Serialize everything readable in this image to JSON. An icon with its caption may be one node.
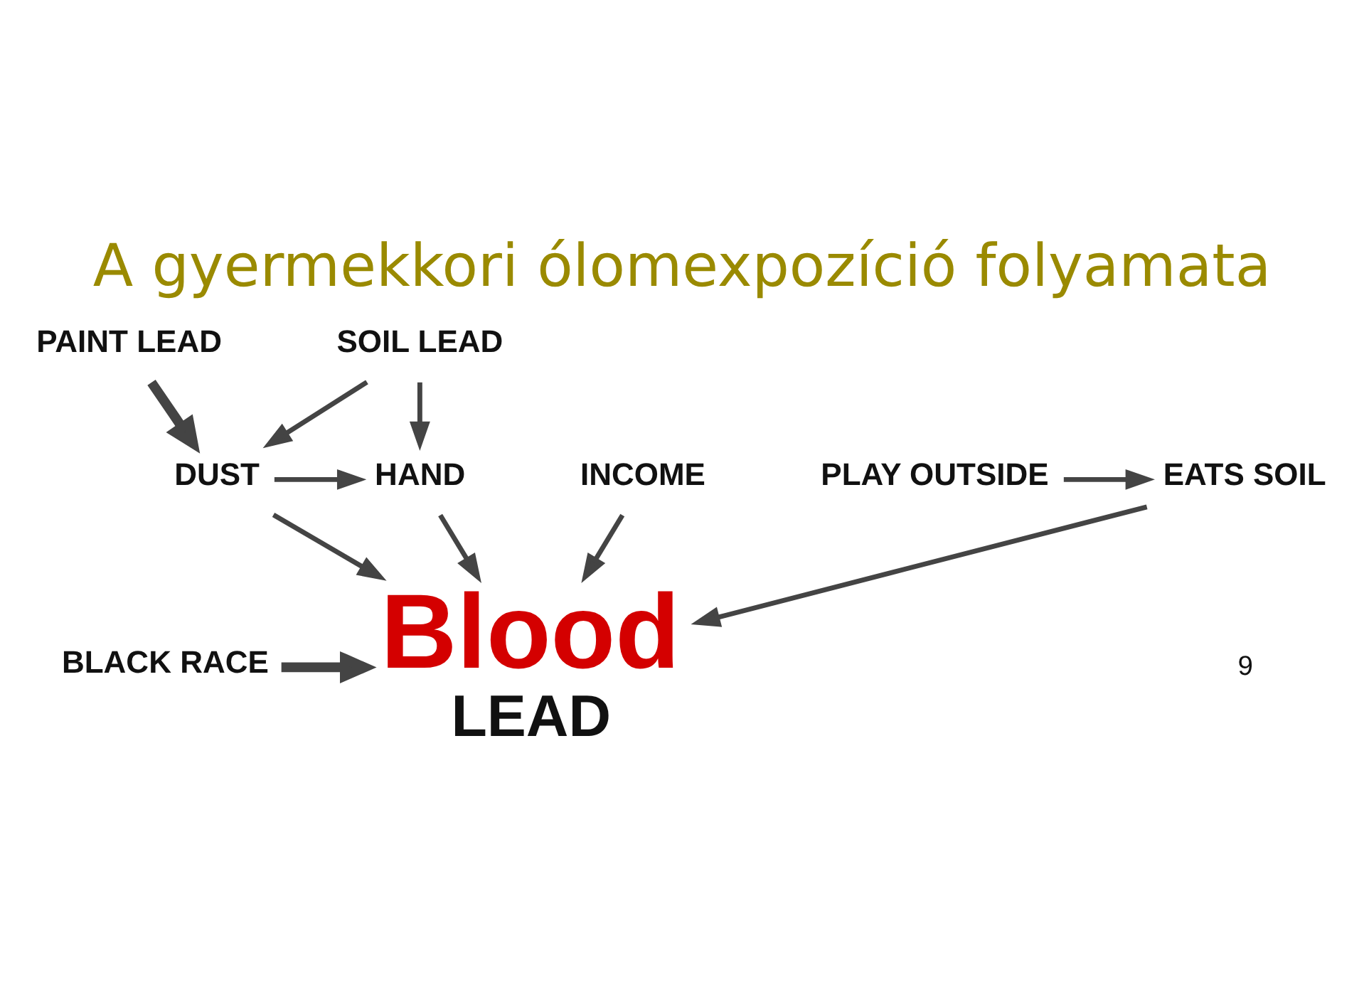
{
  "diagram": {
    "title": "A gyermekkori ólomexpozíció folyamata",
    "nodes": [
      {
        "text": [
          "PAINT LEAD"
        ]
      },
      {
        "text": [
          "SOIL LEAD"
        ]
      },
      {
        "text": [
          "DUST"
        ]
      },
      {
        "text": [
          "HAND"
        ]
      },
      {
        "text": [
          "Blood",
          "LEAD"
        ]
      },
      {
        "text": [
          "BLACK RACE"
        ]
      },
      {
        "text": [
          "INCOME"
        ]
      },
      {
        "text": [
          "PLAY OUTSIDE"
        ]
      },
      {
        "text": [
          "EATS SOIL"
        ]
      }
    ],
    "edges": [
      {
        "from": 0,
        "to": 2,
        "arrow": "to",
        "style": "thick"
      },
      {
        "from": 1,
        "to": 2,
        "arrow": "to"
      },
      {
        "from": 1,
        "to": 3,
        "arrow": "to"
      },
      {
        "from": 2,
        "to": 3,
        "arrow": "to"
      },
      {
        "from": 2,
        "to": 4,
        "arrow": "to"
      },
      {
        "from": 3,
        "to": 4,
        "arrow": "to"
      },
      {
        "from": 5,
        "to": 4,
        "arrow": "to",
        "style": "thick"
      },
      {
        "from": 6,
        "to": 4,
        "arrow": "to"
      },
      {
        "from": 7,
        "to": 8,
        "arrow": "to"
      },
      {
        "from": 8,
        "to": 4,
        "arrow": "to"
      }
    ],
    "labels": [
      "9"
    ]
  }
}
